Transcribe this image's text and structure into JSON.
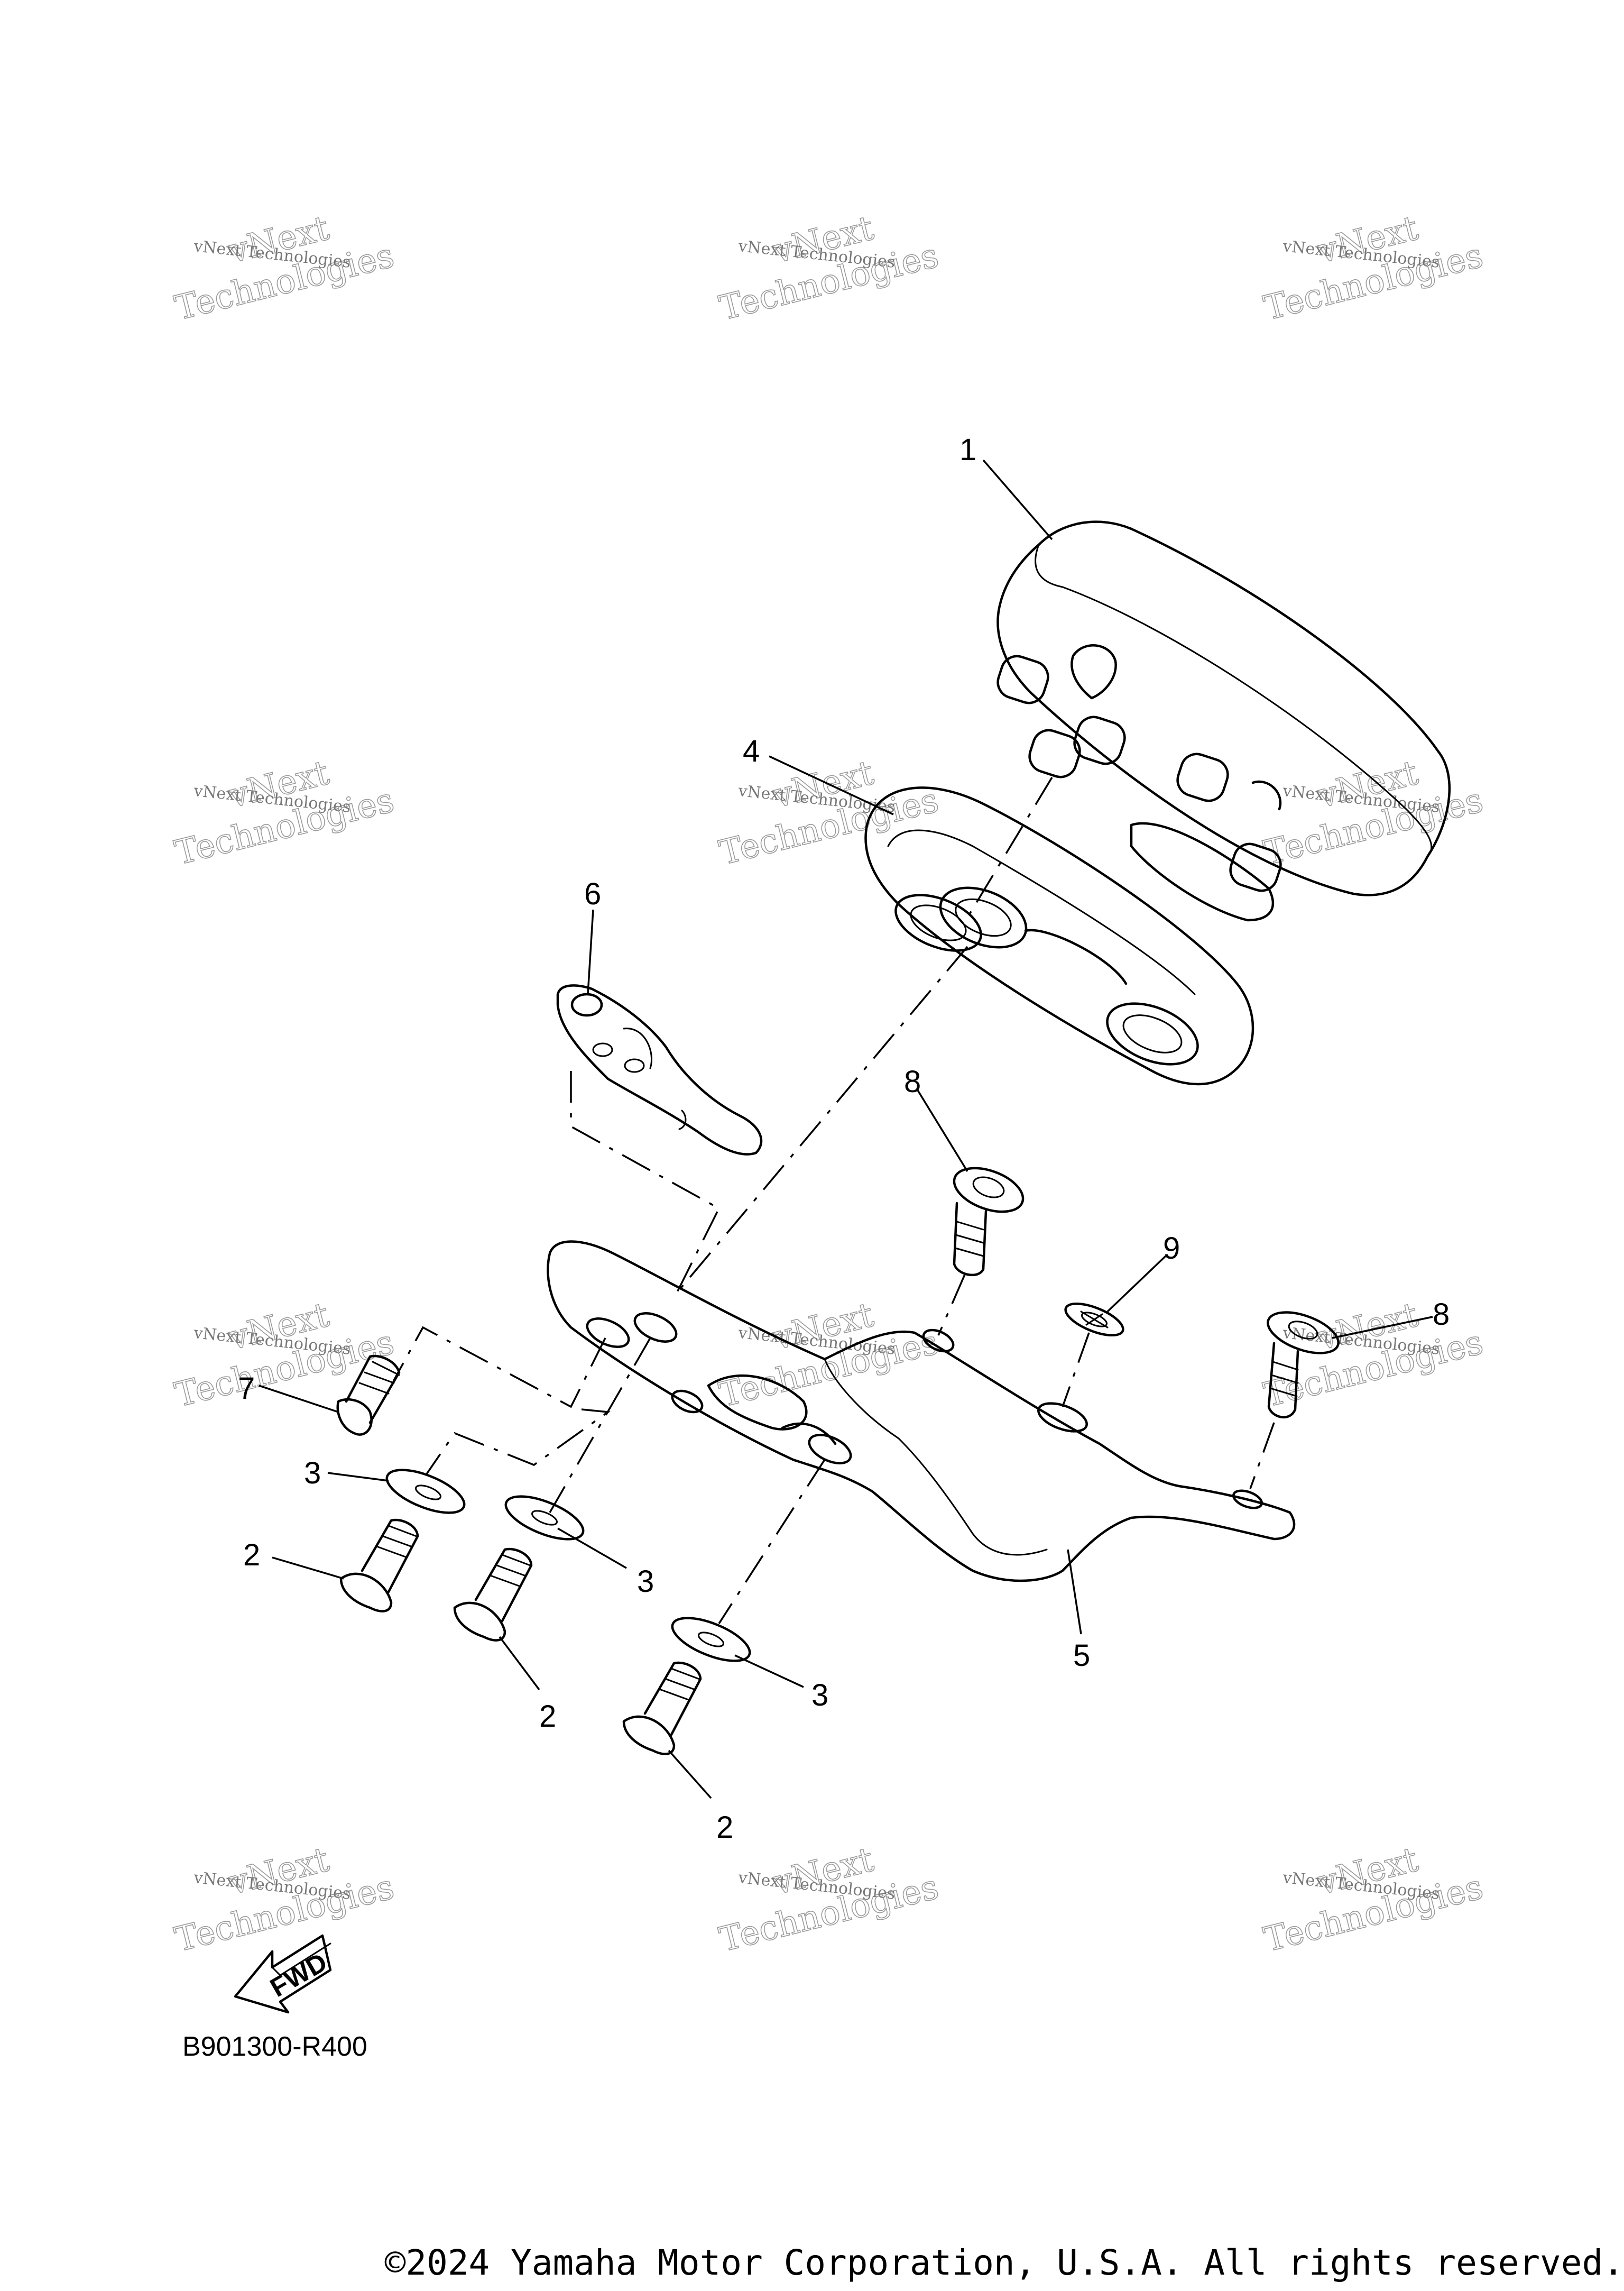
{
  "watermark": {
    "line1": "vNext",
    "line2": "vNext Technologies",
    "line3": "Technologies"
  },
  "callouts": {
    "c1": "1",
    "c2a": "2",
    "c2b": "2",
    "c2c": "2",
    "c3a": "3",
    "c3b": "3",
    "c3c": "3",
    "c4": "4",
    "c5": "5",
    "c6": "6",
    "c7": "7",
    "c8a": "8",
    "c8b": "8",
    "c9": "9"
  },
  "fwd_label": "FWD",
  "reference_code": "B901300-R400",
  "copyright": "©2024 Yamaha Motor Corporation, U.S.A. All rights reserved."
}
